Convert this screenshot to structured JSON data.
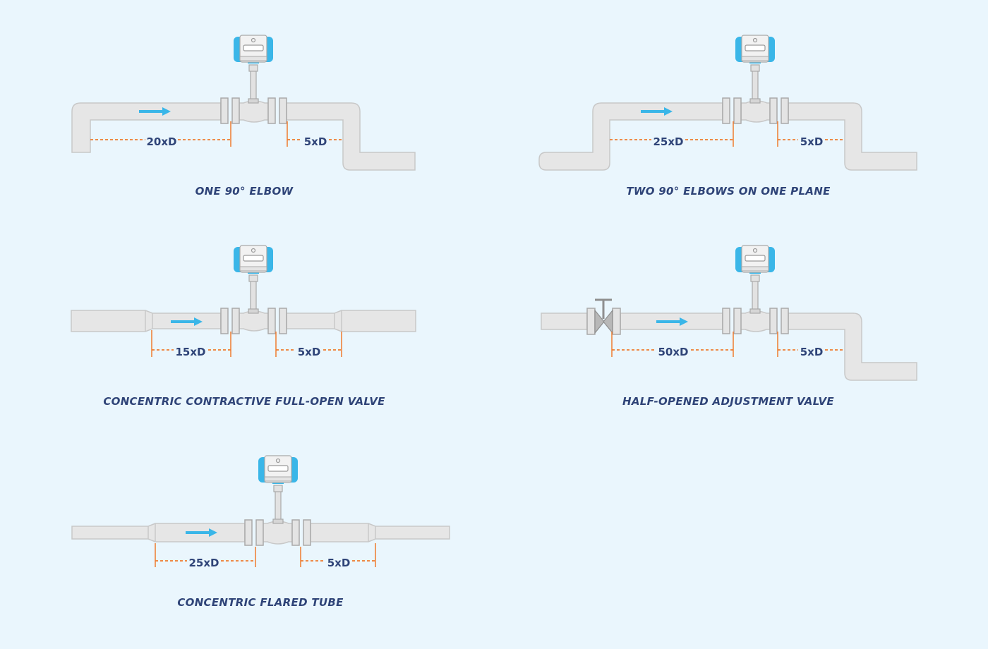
{
  "panels": [
    {
      "title": "ONE 90° ELBOW",
      "upstream": "20xD",
      "downstream": "5xD"
    },
    {
      "title": "TWO 90° ELBOWS ON ONE PLANE",
      "upstream": "25xD",
      "downstream": "5xD"
    },
    {
      "title": "CONCENTRIC CONTRACTIVE FULL-OPEN VALVE",
      "upstream": "15xD",
      "downstream": "5xD"
    },
    {
      "title": "HALF-OPENED ADJUSTMENT VALVE",
      "upstream": "50xD",
      "downstream": "5xD"
    },
    {
      "title": "CONCENTRIC FLARED TUBE",
      "upstream": "25xD",
      "downstream": "5xD"
    }
  ],
  "colors": {
    "background": "#eaf6fd",
    "pipe": "#e6e6e6",
    "flange_edge": "#a9a9a9",
    "dimension": "#ef7b2f",
    "flow_arrow": "#3ab6e8",
    "meter_accent": "#3ab6e8",
    "label": "#2f4478"
  }
}
